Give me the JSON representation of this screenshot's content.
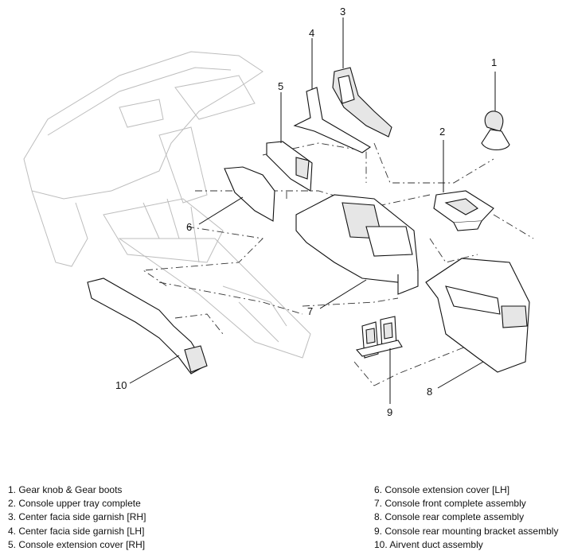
{
  "callouts": {
    "c1": "1",
    "c2": "2",
    "c3": "3",
    "c4": "4",
    "c5": "5",
    "c6": "6",
    "c7": "7",
    "c8": "8",
    "c9": "9",
    "c10": "10"
  },
  "legend": {
    "left": [
      "1. Gear knob & Gear boots",
      "2. Console upper tray complete",
      "3. Center facia side garnish [RH]",
      "4. Center facia side garnish [LH]",
      "5. Console extension cover [RH]"
    ],
    "right": [
      "6. Console extension cover [LH]",
      "7. Console front complete assembly",
      "8. Console rear complete assembly",
      "9. Console rear mounting bracket assembly",
      "10. Airvent duct assembly"
    ]
  }
}
